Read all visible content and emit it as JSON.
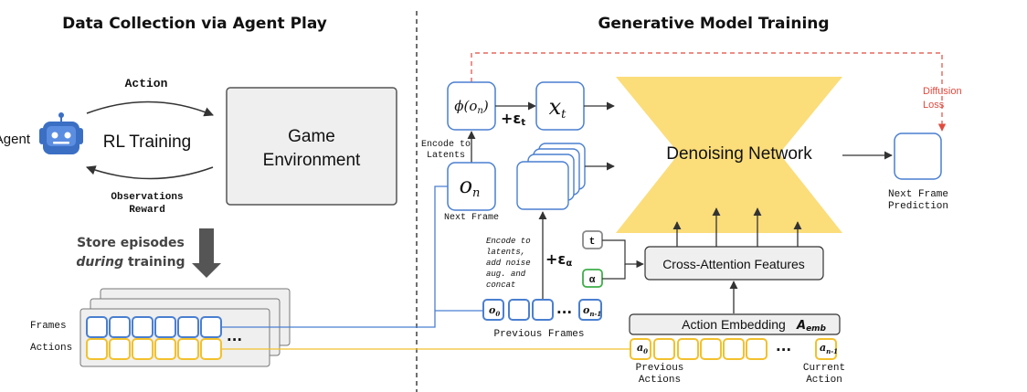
{
  "left": {
    "title": "Data Collection via Agent Play",
    "agent_label": "Agent",
    "action_label": "Action",
    "rl_label": "RL Training",
    "env_line1": "Game",
    "env_line2": "Environment",
    "obs_line1": "Observations",
    "obs_line2": "Reward",
    "store_line1": "Store episodes",
    "store_during": "during",
    "store_training": " training",
    "frames_label": "Frames",
    "actions_label": "Actions",
    "ellipsis": "..."
  },
  "right": {
    "title": "Generative Model Training",
    "phi_label": "ϕ(o",
    "phi_sub": "n",
    "phi_close": ")",
    "xt_label": "x",
    "xt_sub": "t",
    "eps_t": "+ε",
    "eps_t_sub": "t",
    "encode_line1": "Encode to",
    "encode_line2": "Latents",
    "on_label": "o",
    "on_sub": "n",
    "next_frame": "Next Frame",
    "denoise_label": "Denoising Network",
    "diffusion_line1": "Diffusion",
    "diffusion_line2": "Loss",
    "pred_line1": "Next Frame",
    "pred_line2": "Prediction",
    "enc2_line1": "Encode to",
    "enc2_line2": "latents,",
    "enc2_line3": "add noise",
    "enc2_line4": "aug. and",
    "enc2_line5": "concat",
    "eps_a": "+ε",
    "eps_a_sub": "α",
    "t_box": "t",
    "alpha_box": "α",
    "cross_attn": "Cross-Attention Features",
    "action_embed": "Action Embedding",
    "a_emb": "A",
    "a_emb_sub": "emb",
    "o0": "o",
    "o0_sub": "0",
    "on1": "o",
    "on1_sub": "n-1",
    "prev_frames": "Previous Frames",
    "a0": "a",
    "a0_sub": "0",
    "an1": "a",
    "an1_sub": "n-1",
    "prev_actions_1": "Previous",
    "prev_actions_2": "Actions",
    "cur_action_1": "Current",
    "cur_action_2": "Action",
    "ellipsis": "..."
  },
  "colors": {
    "frame_blue": "#4a7fd0",
    "action_gold": "#f2c12e",
    "denoise_yellow": "#fbdd7a",
    "loss_red": "#e04b3f",
    "alpha_green": "#3fae49",
    "robot_blue": "#3b6fc4"
  }
}
